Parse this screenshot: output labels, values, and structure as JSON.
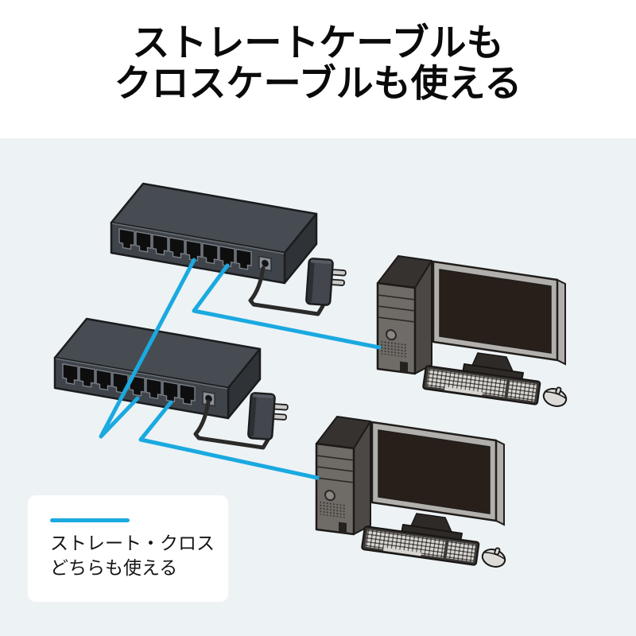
{
  "title": {
    "line1": "ストレートケーブルも",
    "line2": "クロスケーブルも使える"
  },
  "legend": {
    "line1": "ストレート・クロス",
    "line2": "どちらも使える"
  },
  "colors": {
    "accent_cable": "#1aa9e0",
    "panel_background": "#edf2f5",
    "title_text": "#0a0a0a",
    "power_cable": "#2b2a28"
  },
  "scene": {
    "network_switches": 2,
    "ports_per_switch": 8,
    "computers": 2,
    "ac_adapters": 2,
    "lan_cables": 3,
    "power_cables": 2
  }
}
